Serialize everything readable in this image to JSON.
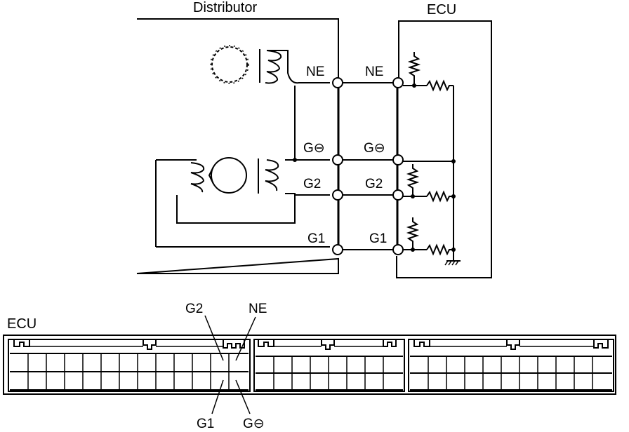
{
  "schematic": {
    "distributor_title": "Distributor",
    "ecu_title": "ECU",
    "dist_pins": {
      "ne": "NE",
      "g_minus": "G⊖",
      "g2": "G2",
      "g1": "G1"
    },
    "ecu_pins": {
      "ne": "NE",
      "g_minus": "G⊖",
      "g2": "G2",
      "g1": "G1"
    }
  },
  "connector": {
    "title": "ECU",
    "callouts": {
      "g2": "G2",
      "ne": "NE",
      "g1": "G1",
      "g_minus": "G⊖"
    }
  }
}
